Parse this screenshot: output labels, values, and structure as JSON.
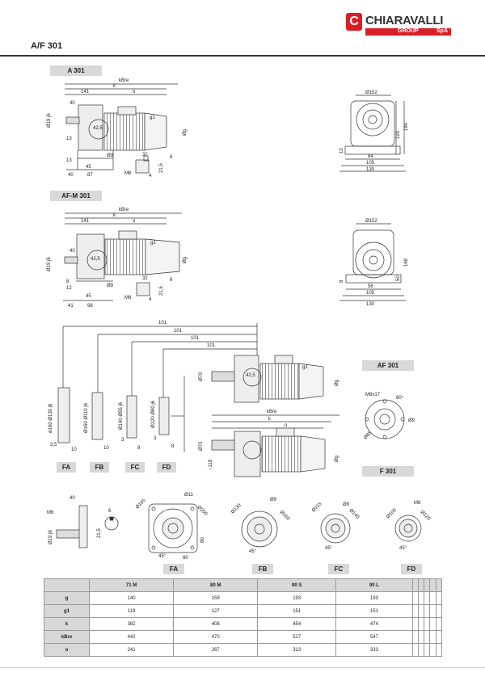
{
  "brand": {
    "name": "CHIARAVALLI",
    "group": "GROUP",
    "spa": "SpA",
    "mark": "C"
  },
  "page_title": "A/F 301",
  "sections": {
    "a301": "A 301",
    "afm301": "AF-M 301",
    "af301": "AF 301",
    "f301": "F 301"
  },
  "flange_tags": [
    "FA",
    "FB",
    "FC",
    "FD"
  ],
  "dims": {
    "a301": {
      "kbre": "kBre",
      "k": "k",
      "d141": "141",
      "o": "o",
      "d40": "40",
      "d19": "Ø19 j6",
      "d42": "42,5",
      "g1": "g1",
      "g": "Øg",
      "d13a": "13",
      "d13b": "13",
      "d9": "Ø9",
      "d45": "45",
      "d40b": "40",
      "d87": "87",
      "d32": "32",
      "d6": "6",
      "d215": "21,5",
      "m6": "M6",
      "d4": "4"
    },
    "a301_front": {
      "d152": "Ø152",
      "d184": "184",
      "d120": "120",
      "d10": "10",
      "d64": "64",
      "d105": "105",
      "d130": "130"
    },
    "afm301": {
      "kbre": "kBre",
      "k": "k",
      "d141": "141",
      "o": "o",
      "d40": "40",
      "d19": "Ø19 j6",
      "d42": "42,5",
      "g1": "g1",
      "g": "Øg",
      "d12": "12",
      "d8": "8",
      "d9": "Ø9",
      "d45": "45",
      "d41": "41",
      "d98": "98",
      "d32": "32",
      "d6": "6",
      "d215": "21,5",
      "m6": "M6",
      "d4": "4"
    },
    "afm301_front": {
      "d152": "Ø152",
      "d168": "168",
      "d50": "50",
      "d8": "8",
      "d56": "56",
      "d105": "105",
      "d130": "130"
    },
    "flanges": {
      "d101a": "101",
      "d101b": "101",
      "d101c": "101",
      "d101d": "101",
      "fa": "ø160 Ø130 j6",
      "fb": "Ø160 Ø110 j6",
      "fc": "Ø140 Ø95 j6",
      "fd": "Ø120 Ø80 j6",
      "d35": "3,5",
      "d10a": "10",
      "d10b": "10",
      "d3a": "3",
      "d8a": "8",
      "d3b": "3",
      "d8b": "8"
    },
    "af301": {
      "d70": "Ø70",
      "g1": "g1",
      "d42": "42,5",
      "g": "Øg",
      "m8x17": "M8x17",
      "d80": "80°",
      "d9": "Ø9",
      "d85": "Ø85"
    },
    "f301": {
      "kbre": "kBre",
      "k": "k",
      "o": "o",
      "d70": "Ø70",
      "d118": "~118",
      "g": "Øg"
    },
    "shaft": {
      "d40": "40",
      "m6": "M6",
      "d6": "6",
      "d215": "21,5",
      "d19": "Ø19 j6"
    },
    "plates": {
      "fa_d11": "Ø11",
      "fa_d165": "Ø165",
      "fa_d200": "Ø200",
      "fa_d80a": "80",
      "fa_d80b": "80",
      "fa_45": "45°",
      "fb_d9": "Ø9",
      "fb_d130": "Ø130",
      "fb_d160": "Ø160",
      "fb_45": "45°",
      "fc_d9": "Ø9",
      "fc_d115": "Ø115",
      "fc_d140": "Ø140",
      "fc_45": "45°",
      "fd_m8": "M8",
      "fd_d100": "Ø100",
      "fd_d120": "Ø120",
      "fd_45": "45°"
    }
  },
  "table": {
    "columns": [
      "",
      "71 M",
      "80 M",
      "90 S",
      "90 L",
      "",
      "",
      "",
      "",
      ""
    ],
    "rows": [
      {
        "label": "g",
        "values": [
          "140",
          "159",
          "193",
          "193",
          "",
          "",
          "",
          "",
          ""
        ]
      },
      {
        "label": "g1",
        "values": [
          "119",
          "127",
          "151",
          "151",
          "",
          "",
          "",
          "",
          ""
        ]
      },
      {
        "label": "k",
        "values": [
          "382",
          "408",
          "454",
          "474",
          "",
          "",
          "",
          "",
          ""
        ]
      },
      {
        "label": "kBre",
        "values": [
          "442",
          "470",
          "527",
          "547",
          "",
          "",
          "",
          "",
          ""
        ]
      },
      {
        "label": "o",
        "values": [
          "241",
          "267",
          "313",
          "333",
          "",
          "",
          "",
          "",
          ""
        ]
      }
    ]
  }
}
